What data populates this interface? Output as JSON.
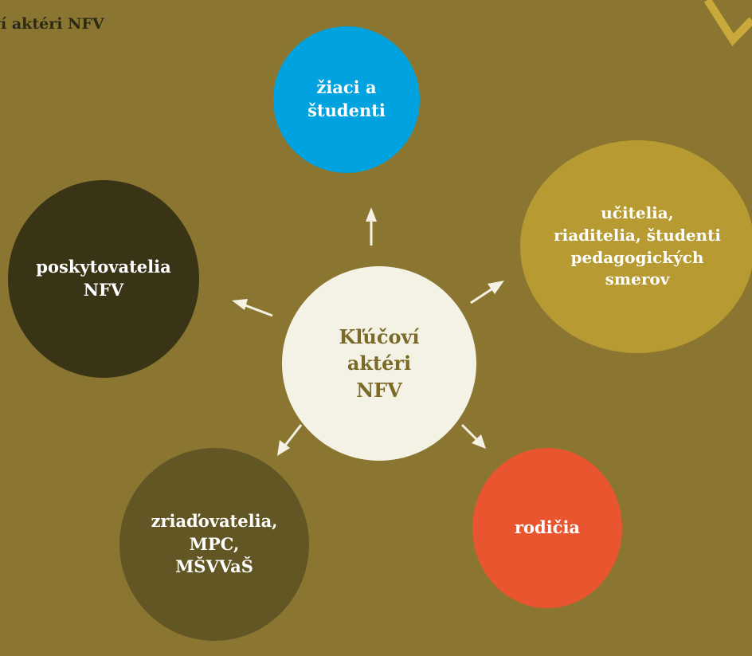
{
  "diagram": {
    "caption": "ví aktéri NFV",
    "center": {
      "lines": [
        "Kľúčoví",
        "aktéri",
        "NFV"
      ]
    },
    "nodes": {
      "students": {
        "lines": [
          "žiaci a",
          "študenti"
        ]
      },
      "teachers": {
        "lines": [
          "učitelia,",
          "riaditelia, študenti",
          "pedagogických",
          "smerov"
        ]
      },
      "providers": {
        "lines": [
          "poskytovatelia",
          "NFV"
        ]
      },
      "founders": {
        "lines": [
          "zriaďovatelia,",
          "MPC,",
          "MŠVVaŠ"
        ]
      },
      "parents": {
        "lines": [
          "rodičia"
        ]
      }
    }
  },
  "colors": {
    "background": "#8a7630",
    "center": "#f4f1e5",
    "students": "#00a3df",
    "teachers": "#b79b32",
    "providers": "#3a3417",
    "founders": "#625624",
    "parents": "#e8552e",
    "arrow": "#f4f1e5",
    "accent_stroke": "#c9a93a"
  }
}
